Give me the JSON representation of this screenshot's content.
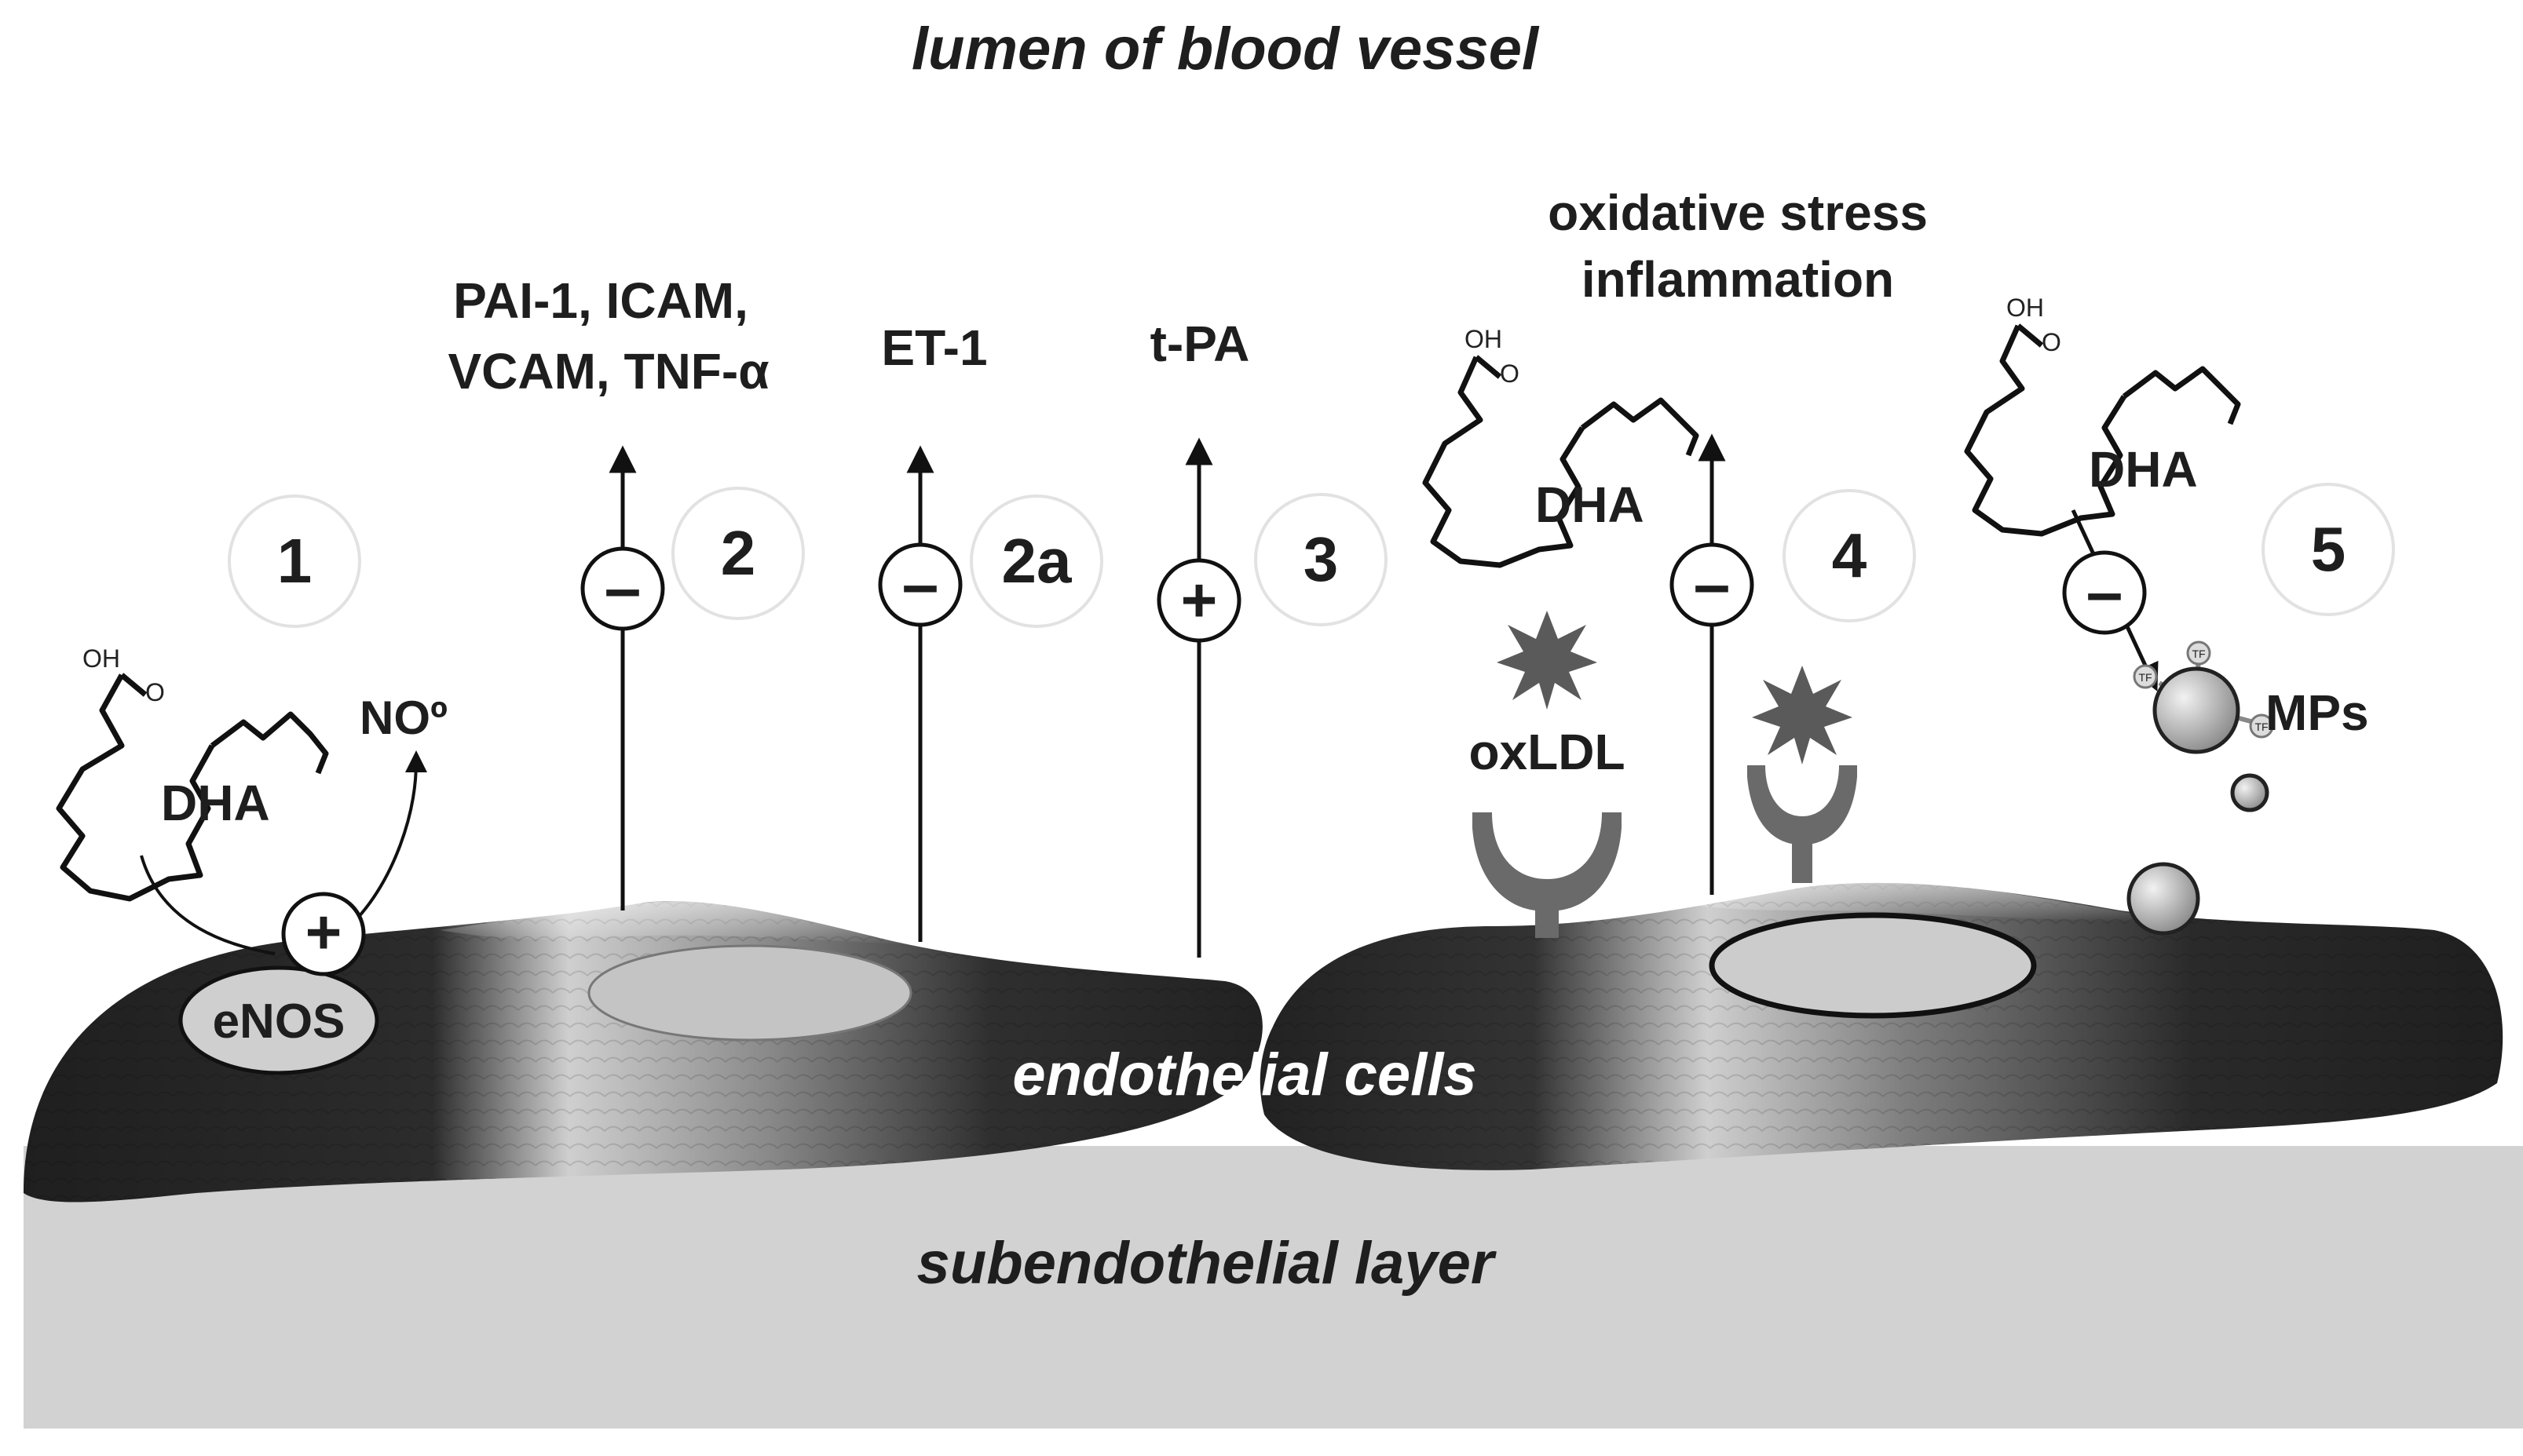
{
  "labels": {
    "lumen": "lumen of blood vessel",
    "endothelial": "endothelial cells",
    "subendothelial": "subendothelial layer",
    "stress_line1": "oxidative stress",
    "stress_line2": "inflammation",
    "pai_line1": "PAI-1, ICAM,",
    "pai_line2": "VCAM, TNF-α",
    "et1": "ET-1",
    "tpa": "t-PA",
    "no": "NOº",
    "enos": "eNOS",
    "oxldl": "oxLDL",
    "mps": "MPs",
    "dha": "DHA",
    "oh": "OH",
    "o": "O",
    "tf": "TF"
  },
  "steps": [
    "1",
    "2",
    "2a",
    "3",
    "4",
    "5"
  ],
  "signs": {
    "plus": "+",
    "minus": "–"
  },
  "colors": {
    "cell_dark": "#2a2a2a",
    "cell_light": "#d8d8d8",
    "subendothelial": "#d2d2d2",
    "nucleus": "#c4c4c4",
    "receptor": "#6a6a6a",
    "oxldl": "#5a5a5a"
  }
}
